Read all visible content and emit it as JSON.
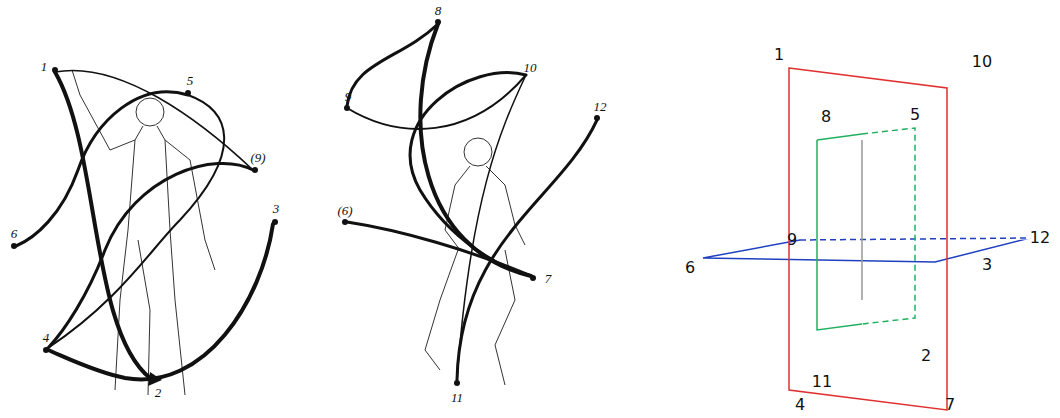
{
  "diagram": {
    "labels": [
      "1",
      "5",
      "(9)",
      "6",
      "3",
      "4",
      "2",
      "8",
      "10",
      "9",
      "12",
      "(6)",
      "7",
      "11",
      "1",
      "10",
      "8",
      "5",
      "9",
      "12",
      "6",
      "3",
      "11",
      "2",
      "4",
      "7"
    ]
  }
}
